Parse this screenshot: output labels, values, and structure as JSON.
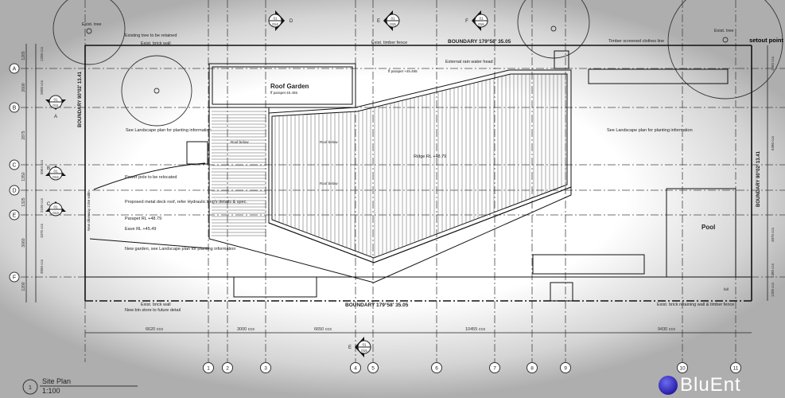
{
  "drawing": {
    "title": "Site Plan",
    "scale": "1:100",
    "title_marker": "1",
    "boundary_top": {
      "label": "BOUNDARY",
      "bearing": "179°58'",
      "length": "35.05"
    },
    "boundary_bottom": {
      "label": "BOUNDARY",
      "bearing": "179°58'",
      "length": "35.05"
    },
    "boundary_left": {
      "label": "BOUNDARY",
      "bearing": "90°02'",
      "length": "13.41"
    },
    "boundary_right": {
      "label": "BOUNDARY",
      "bearing": "90°02'",
      "length": "13.41"
    },
    "grid_rows": [
      "A",
      "B",
      "C",
      "D",
      "E",
      "F"
    ],
    "grid_columns": [
      "1",
      "2",
      "3",
      "4",
      "5",
      "6",
      "7",
      "8",
      "9",
      "10",
      "11"
    ],
    "bottom_dimensions": [
      "6620 ccs",
      "3000 ccs",
      "6650 ccs",
      "10455 ccs",
      "9430 ccs"
    ],
    "left_dimensions": [
      "1265",
      "2600",
      "2875",
      "1350",
      "1325",
      "3060",
      "1200"
    ],
    "left_dimensions_inner": [
      "1200 ccs",
      "2600 ccs",
      "6064 ccs",
      "2100 ccs",
      "1075 ccs",
      "3050 ccs"
    ],
    "right_dimensions": [
      "1260 ccs",
      "6380 ccs",
      "4875 ccs",
      "1380 ccs",
      "1200 ccs"
    ],
    "section_markers": [
      {
        "letter": "A",
        "top": "01",
        "bottom": "011"
      },
      {
        "letter": "B",
        "top": "01",
        "bottom": "012"
      },
      {
        "letter": "C",
        "top": "01",
        "bottom": "013"
      },
      {
        "letter": "D",
        "top": "01",
        "bottom": "014"
      },
      {
        "letter": "E",
        "top": "01",
        "bottom": "015"
      },
      {
        "letter": "F",
        "top": "01",
        "bottom": "016"
      },
      {
        "letter": "E",
        "top": "01",
        "bottom": "015"
      }
    ],
    "annotations": {
      "exist_tree_left": "Exist. tree",
      "exist_tree_right": "Exist. tree",
      "existing_tree_retained": "Existing tree to be retained",
      "exist_brick_wall_top": "Exist. brick wall",
      "exist_timber_fence": "Exist. timber fence",
      "external_rain_water_head": "External rain water head",
      "timber_clothes_line": "Timber screened clothes line",
      "setout_point": "setout point",
      "roof_garden": "Roof Garden",
      "roof_garden_parapet": "ff parapet 45.465",
      "parapet_top": "ff parapet +45.465",
      "landscape_left": "See Landscape plan for planting information",
      "landscape_right": "See Landscape plan for planting information",
      "power_pole": "Power pole to be relocated",
      "proposed_roof": "Proposed metal deck roof, refer Hydraulic Eng's details & spec.",
      "parapet_rl": "Parapet RL +48.79",
      "eave_rl": "Eave RL +45.49",
      "new_garden": "New garden, see Landscape plan for planting information",
      "new_driveway": "New driveway 3.0m wide",
      "exist_brick_wall_bottom": "Exist. brick wall",
      "new_bin_store": "New bin store to future detail",
      "ridge_rl": "Ridge RL +48.79",
      "roof_below_1": "Roof below",
      "roof_below_2": "Roof below",
      "roof_below_3": "Roof below",
      "pool": "Pool",
      "exist_retaining_wall": "Exist. brick retaining wall & timber fence",
      "fall": "fall"
    }
  },
  "logo": {
    "text": "BluEnt",
    "globe_color": "#2a1fa8"
  }
}
